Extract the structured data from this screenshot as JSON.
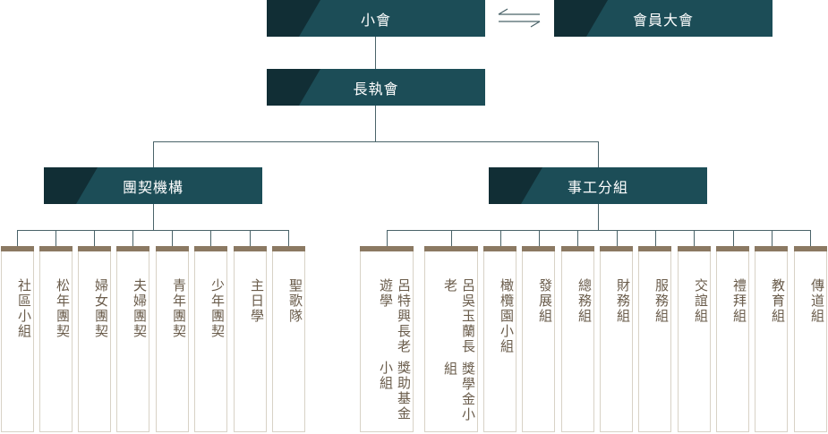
{
  "top": {
    "left_label": "小會",
    "right_label": "會員大會"
  },
  "middle_label": "長執會",
  "branches": {
    "left_label": "團契機構",
    "right_label": "事工分組"
  },
  "left_leaves": [
    "社區小組",
    "松年團契",
    "婦女團契",
    "夫婦團契",
    "青年團契",
    "少年團契",
    "主日學",
    "聖歌隊"
  ],
  "right_leaves": [
    [
      "呂特興長老遊學",
      "獎助基金小組"
    ],
    [
      "呂吳玉蘭長老",
      "獎學金小組"
    ],
    [
      "橄欖園小組"
    ],
    [
      "發展組"
    ],
    [
      "總務組"
    ],
    [
      "財務組"
    ],
    [
      "服務組"
    ],
    [
      "交誼組"
    ],
    [
      "禮拜組"
    ],
    [
      "教育組"
    ],
    [
      "傳道組"
    ]
  ],
  "colors": {
    "node": "#1c4d57",
    "node_accent": "#112e35",
    "leaf_cap": "#8b7962",
    "leaf_text": "#6a5c4b"
  }
}
